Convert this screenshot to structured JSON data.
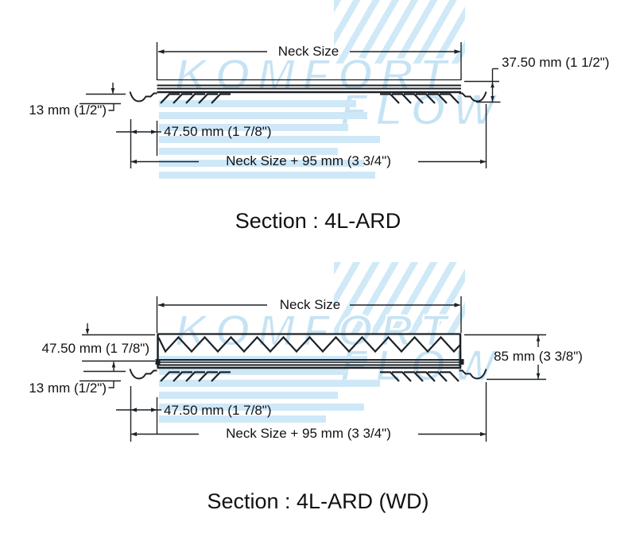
{
  "watermark": {
    "word_top": "KOMFORT",
    "word_bottom": "FLOW",
    "color": "#c6e3f4"
  },
  "drawing_color": "#1b2126",
  "sections": [
    {
      "id": "4L-ARD",
      "title": "Section : 4L-ARD",
      "dims": {
        "neck": "Neck Size",
        "lip": "13 mm (1/2\")",
        "face_height": "37.50 mm (1 1/2\")",
        "flange": "47.50 mm (1 7/8\")",
        "overall": "Neck Size + 95 mm (3 3/4\")"
      }
    },
    {
      "id": "4L-ARD (WD)",
      "title": "Section : 4L-ARD (WD)",
      "dims": {
        "neck": "Neck Size",
        "damper_depth": "47.50 mm (1 7/8\")",
        "lip": "13 mm (1/2\")",
        "face_height": "85 mm (3 3/8\")",
        "flange": "47.50 mm (1 7/8\")",
        "overall": "Neck Size + 95 mm (3 3/4\")"
      }
    }
  ]
}
